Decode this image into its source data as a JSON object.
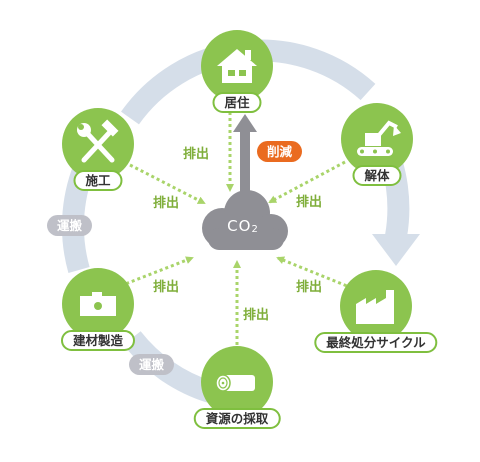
{
  "colors": {
    "node_green": "#8cc44f",
    "label_border": "#7fbf3f",
    "cycle_ring": "#d5dee9",
    "emission_arrow": "#a9d46a",
    "emission_text": "#7fae3a",
    "cloud": "#8f8f95",
    "reduction_arrow": "#8f8f95",
    "reduction_pill": "#ea6b20",
    "transport_pill": "#bfc0c8"
  },
  "nodes": {
    "housing": {
      "label": "居住",
      "icon": "house-icon"
    },
    "demolition": {
      "label": "解体",
      "icon": "excavator-icon"
    },
    "recycling": {
      "label": "最終処分サイクル",
      "icon": "factory-icon"
    },
    "extraction": {
      "label": "資源の採取",
      "icon": "log-icon"
    },
    "manufacture": {
      "label": "建材製造",
      "icon": "cement-mixer-icon"
    },
    "construction": {
      "label": "施工",
      "icon": "hammer-wrench-icon"
    }
  },
  "center": {
    "label": "CO",
    "subscript": "2",
    "icon": "cloud-icon"
  },
  "reduction_label": "削減",
  "emission_label": "排出",
  "transport_label": "運搬"
}
